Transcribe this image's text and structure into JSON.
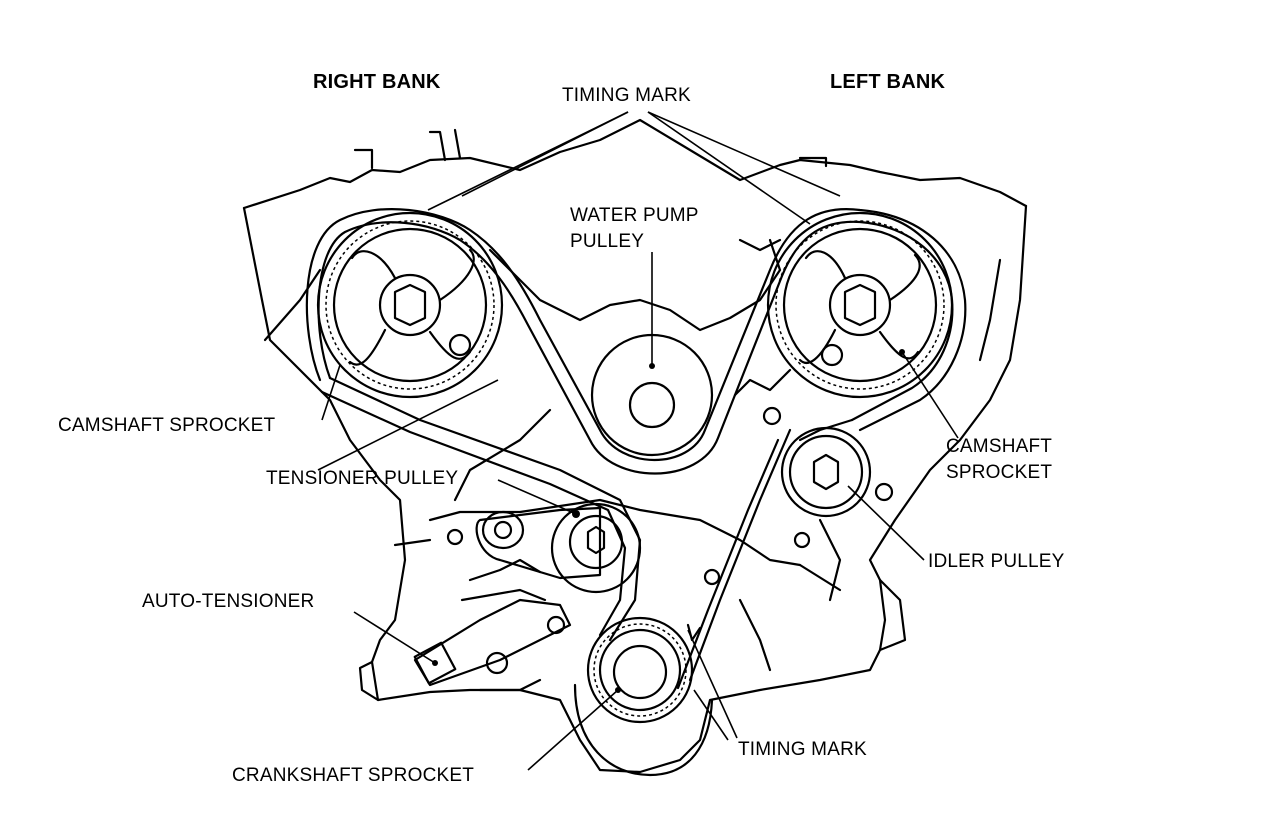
{
  "labels": {
    "right_bank": "RIGHT BANK",
    "left_bank": "LEFT BANK",
    "timing_mark_top": "TIMING MARK",
    "water_pump_pulley": "WATER PUMP\nPULLEY",
    "camshaft_sprocket_left": "CAMSHAFT SPROCKET",
    "camshaft_sprocket_right": "CAMSHAFT\nSPROCKET",
    "tensioner_pulley": "TENSIONER PULLEY",
    "idler_pulley": "IDLER PULLEY",
    "auto_tensioner": "AUTO-TENSIONER",
    "timing_mark_bottom": "TIMING MARK",
    "crankshaft_sprocket": "CRANKSHAFT SPROCKET"
  },
  "colors": {
    "ink": "#000000",
    "paper": "#ffffff"
  }
}
